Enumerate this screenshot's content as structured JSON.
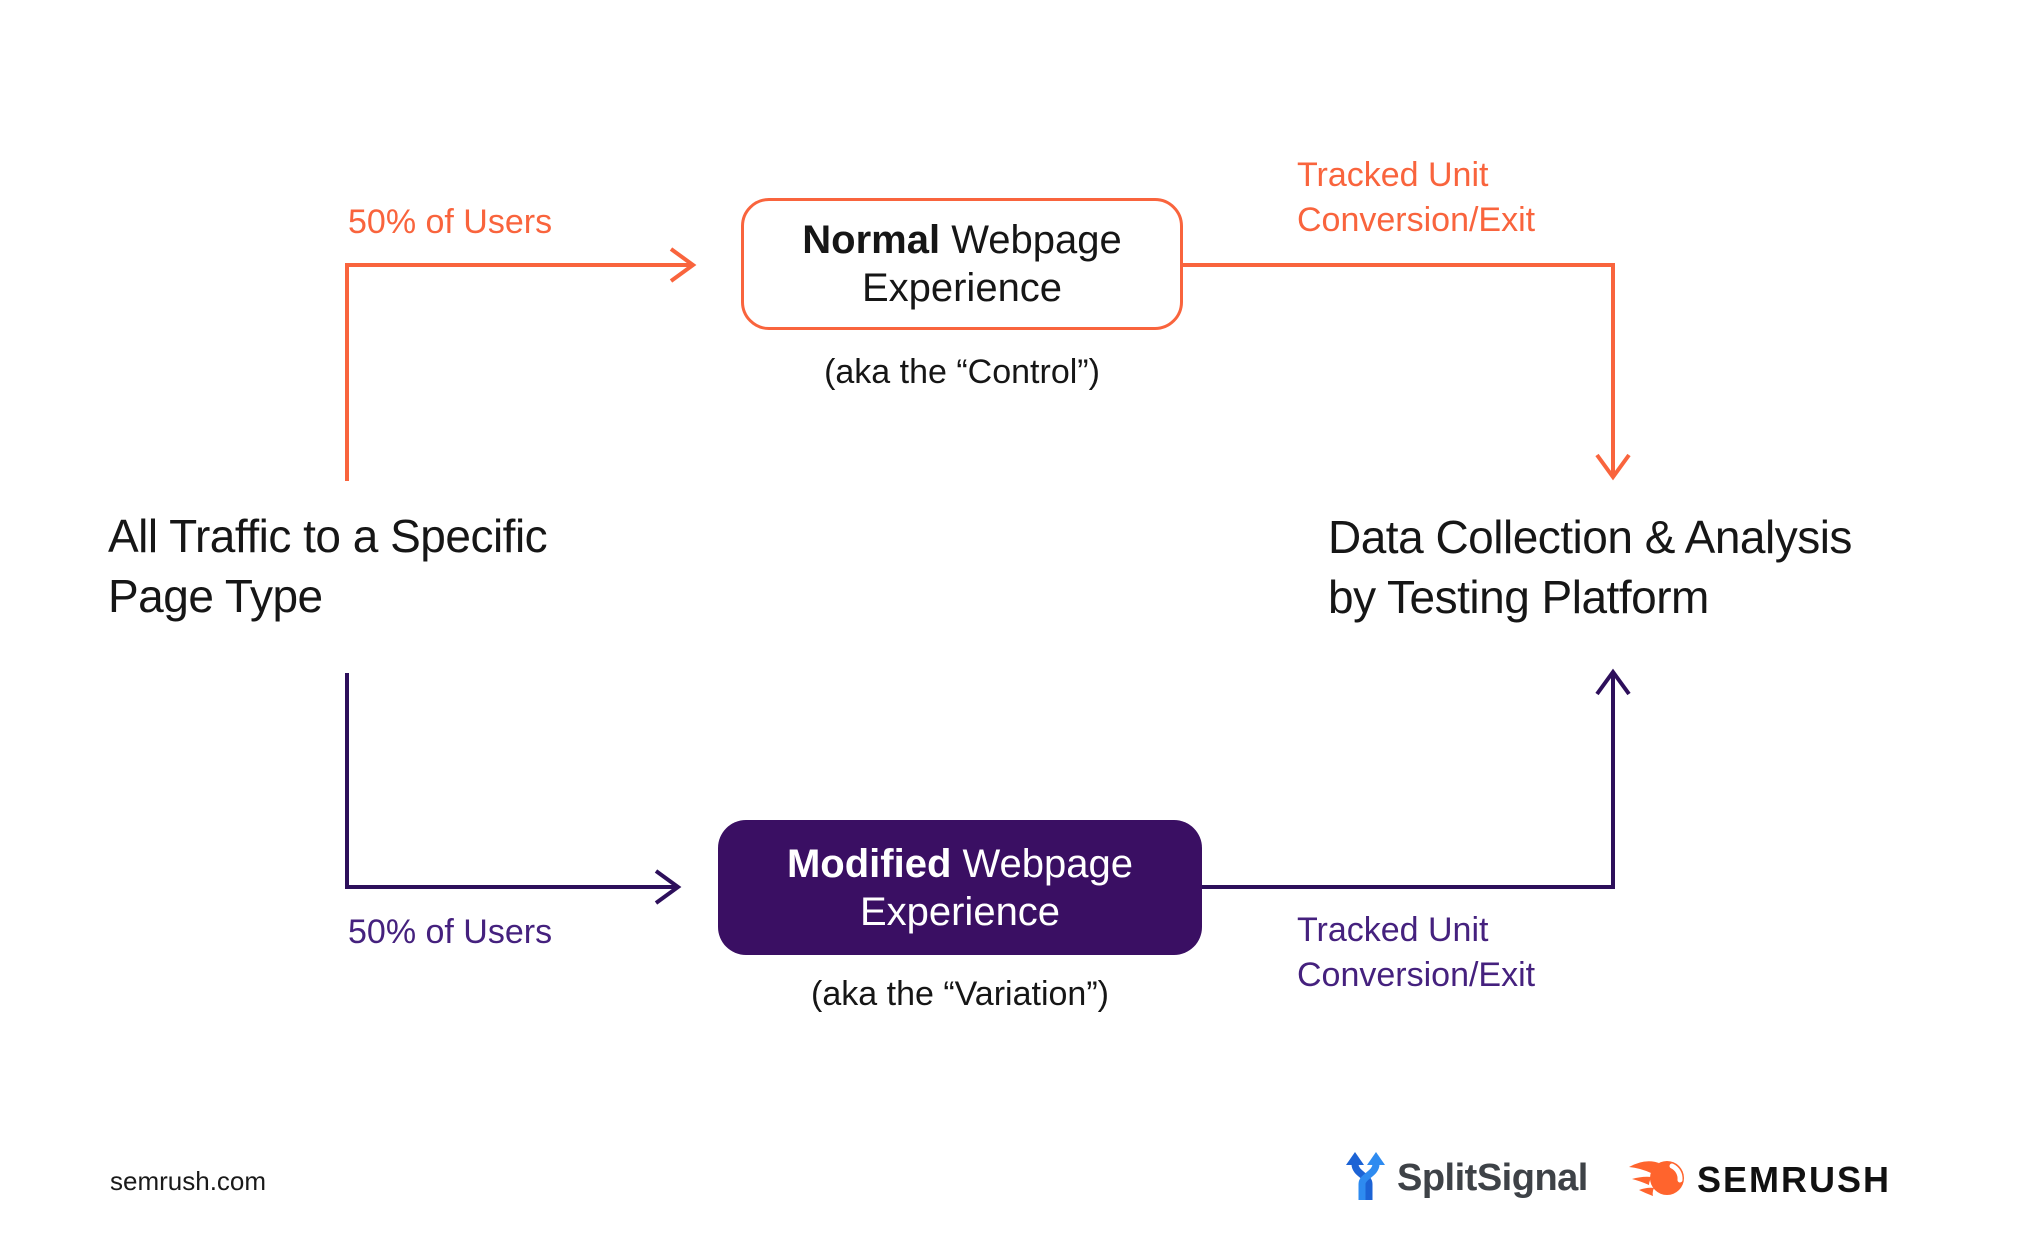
{
  "page": {
    "background": "#FFFFFF"
  },
  "colors": {
    "orange": "#F9643D",
    "purple_line": "#2D0F5B",
    "purple_box": "#3A0F63",
    "purple_label": "#45217E",
    "text_black": "#161616",
    "node_text_light": "#FFFFFF",
    "splitsignal_blue": "#2B7BE4",
    "splitsignal_gray": "#3E4247",
    "semrush_orange": "#FF642D"
  },
  "flow": {
    "source": {
      "line1": "All Traffic to a Specific",
      "line2": "Page Type"
    },
    "top_branch": {
      "share_label": "50% of Users",
      "node_bold": "Normal",
      "node_rest": "Webpage Experience",
      "caption": "(aka the “Control”)",
      "tracked_label": "Tracked Unit Conversion/Exit"
    },
    "bottom_branch": {
      "share_label": "50% of Users",
      "node_bold": "Modified",
      "node_rest": "Webpage Experience",
      "caption": "(aka the “Variation”)",
      "tracked_label": "Tracked Unit Conversion/Exit"
    },
    "sink": {
      "line1": "Data Collection & Analysis",
      "line2": "by Testing Platform"
    }
  },
  "footer": {
    "website": "semrush.com",
    "splitsignal_brand": "SplitSignal",
    "semrush_brand": "SEMRUSH"
  }
}
